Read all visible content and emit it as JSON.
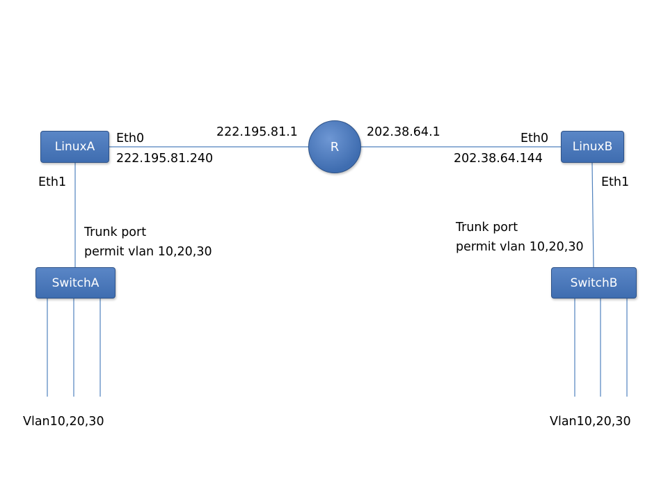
{
  "nodes": {
    "linux_a": "LinuxA",
    "linux_b": "LinuxB",
    "router": "R",
    "switch_a": "SwitchA",
    "switch_b": "SwitchB"
  },
  "interfaces": {
    "a_eth0": "Eth0",
    "a_eth0_ip": "222.195.81.240",
    "a_eth1": "Eth1",
    "router_left_ip": "222.195.81.1",
    "router_right_ip": "202.38.64.1",
    "b_eth0": "Eth0",
    "b_eth0_ip": "202.38.64.144",
    "b_eth1": "Eth1"
  },
  "trunk_a": {
    "line1": "Trunk port",
    "line2": "permit vlan 10,20,30"
  },
  "trunk_b": {
    "line1": "Trunk port",
    "line2": "permit vlan 10,20,30"
  },
  "vlans": {
    "a": "Vlan10,20,30",
    "b": "Vlan10,20,30"
  },
  "colors": {
    "node_fill": "#4f81bd",
    "node_border": "#2e5287",
    "link": "#4f81bd"
  }
}
